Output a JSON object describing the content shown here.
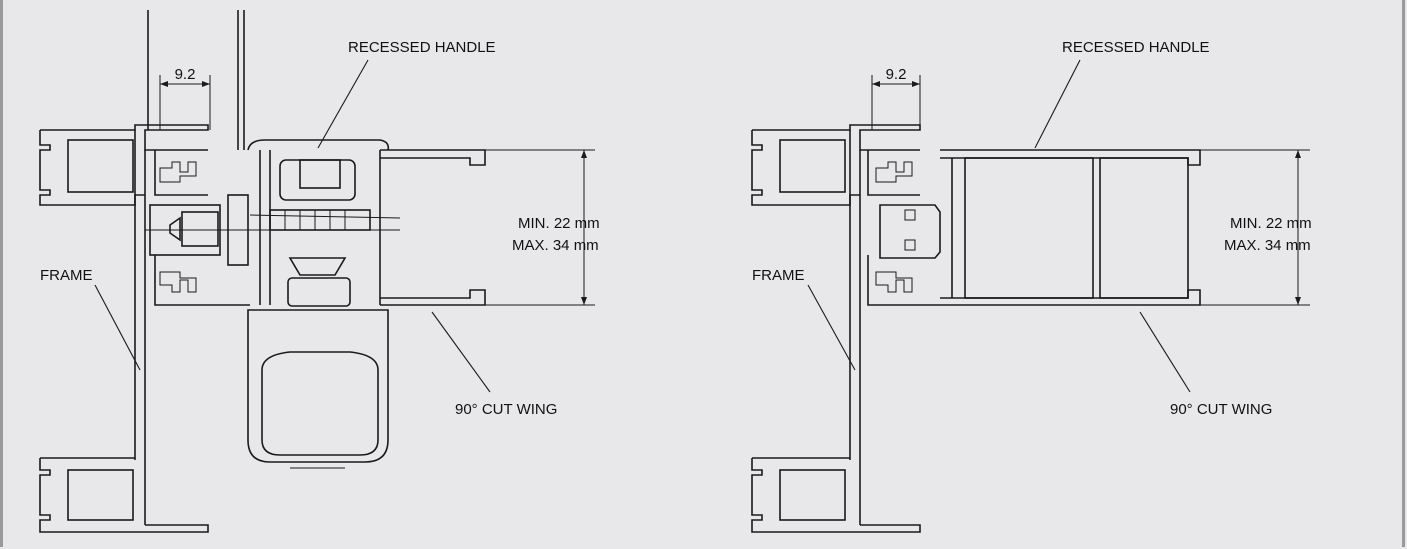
{
  "diagrams": [
    {
      "id": "with-handle",
      "labels": {
        "handle": "RECESSED HANDLE",
        "dim_width": "9.2",
        "dim_min": "MIN. 22 mm",
        "dim_max": "MAX. 34 mm",
        "frame": "FRAME",
        "wing": "90° CUT WING"
      }
    },
    {
      "id": "without-handle",
      "labels": {
        "handle": "RECESSED HANDLE",
        "dim_width": "9.2",
        "dim_min": "MIN. 22 mm",
        "dim_max": "MAX. 34 mm",
        "frame": "FRAME",
        "wing": "90° CUT WING"
      }
    }
  ],
  "colors": {
    "background": "#e8e8ea",
    "line": "#1a1a1a",
    "border": "#9a9a9c"
  }
}
